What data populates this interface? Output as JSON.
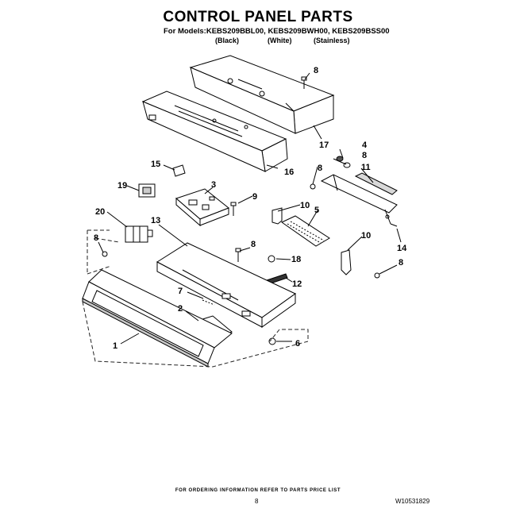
{
  "header": {
    "title": "CONTROL PANEL PARTS",
    "models": "For Models:KEBS209BBL00, KEBS209BWH00, KEBS209BSS00",
    "variants": [
      "(Black)",
      "(White)",
      "(Stainless)"
    ]
  },
  "callouts": [
    "8",
    "17",
    "4",
    "8",
    "16",
    "8",
    "11",
    "15",
    "19",
    "3",
    "9",
    "20",
    "10",
    "5",
    "13",
    "8",
    "8",
    "18",
    "10",
    "14",
    "8",
    "12",
    "7",
    "2",
    "6",
    "1"
  ],
  "footer": {
    "ordering_note": "FOR ORDERING INFORMATION REFER TO PARTS PRICE LIST",
    "page_number": "8",
    "document_number": "W10531829"
  },
  "colors": {
    "line": "#000000",
    "dash": "#222222",
    "fill": "#ffffff",
    "shade": "#c8c8c8"
  }
}
